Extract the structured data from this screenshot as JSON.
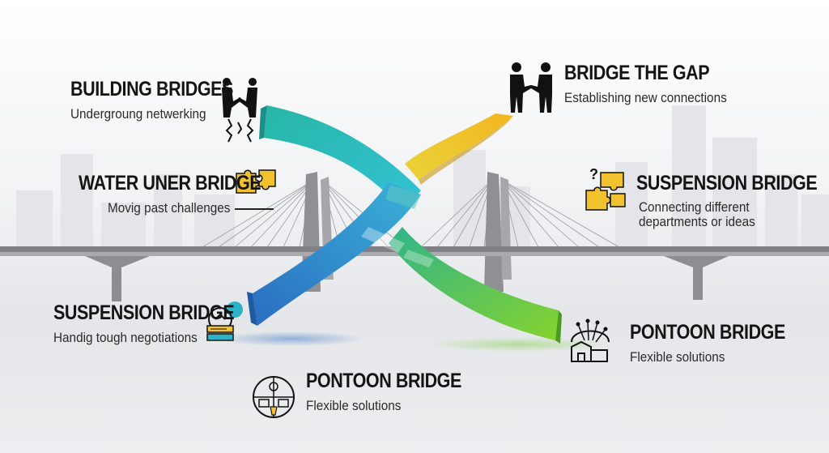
{
  "items": [
    {
      "title": "BUILDING BRIDGES",
      "subtitle": "Undergroung netwerking",
      "icon": "handshake-icon"
    },
    {
      "title": "BRIDGE THE GAP",
      "subtitle": "Establishing new connections",
      "icon": "handshake-people-icon"
    },
    {
      "title": "WATER UNER BRIDGE",
      "subtitle": "Movig past challenges",
      "icon": "puzzle-icon"
    },
    {
      "title": "SUSPENSION BRIDGE",
      "subtitle": "Connecting different departments or ideas",
      "icon": "puzzle-question-icon"
    },
    {
      "title": "SUSPENSION BRIDGE",
      "subtitle": "Handig tough negotiations",
      "icon": "negotiation-icon"
    },
    {
      "title": "PONTOON BRIDGE",
      "subtitle": "Flexible solutions",
      "icon": "network-house-icon"
    },
    {
      "title": "PONTOON BRIDGE",
      "subtitle": "Flexible solutions",
      "icon": "options-circle-icon"
    }
  ],
  "colors": {
    "teal": "#2bb3a8",
    "yellow": "#f2c12e",
    "blue": "#2f7fc8",
    "green": "#6cc83c",
    "bridge": "#8a8c90"
  }
}
